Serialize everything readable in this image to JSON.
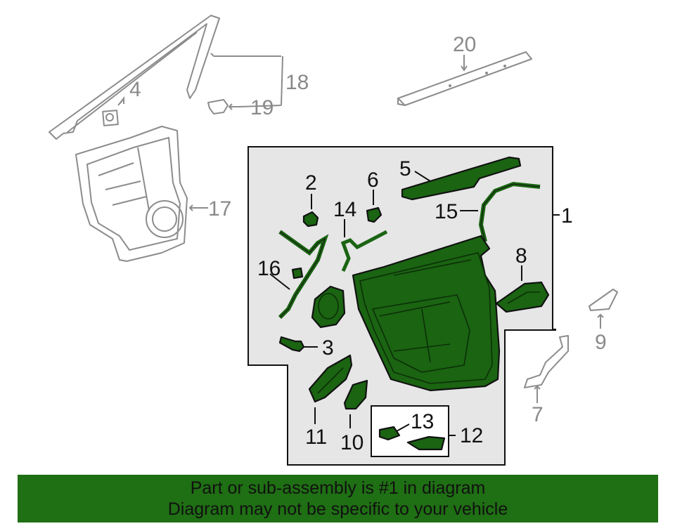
{
  "colors": {
    "part_fill": "#1a6412",
    "banner": "#1f6f14",
    "assembly_panel": "#e6e6e6",
    "ghost_outline": "#8c8c8c"
  },
  "callouts": {
    "c1": "1",
    "c2": "2",
    "c3": "3",
    "c4": "4",
    "c5": "5",
    "c6": "6",
    "c7": "7",
    "c8": "8",
    "c9": "9",
    "c10": "10",
    "c11": "11",
    "c12": "12",
    "c13": "13",
    "c14": "14",
    "c15": "15",
    "c16": "16",
    "c17": "17",
    "c18": "18",
    "c19": "19",
    "c20": "20"
  },
  "banner": {
    "line1": "Part or sub-assembly is #1 in diagram",
    "line2": "Diagram may not be specific to your vehicle"
  }
}
